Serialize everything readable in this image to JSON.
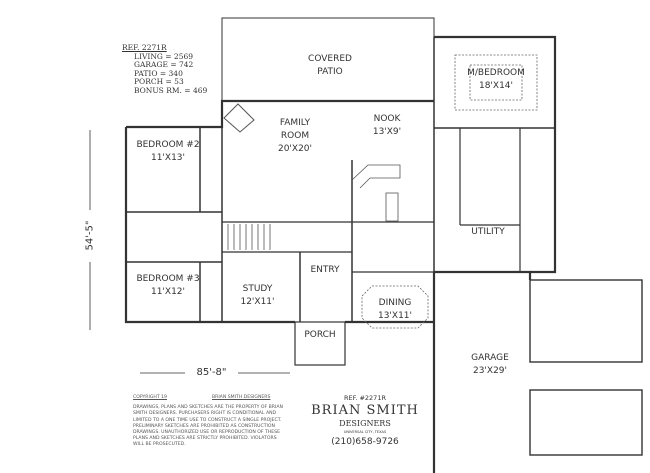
{
  "stats": {
    "ref": "REF. 2271R",
    "lines": [
      "LIVING = 2569",
      "GARAGE = 742",
      "PATIO = 340",
      "PORCH = 53",
      "BONUS RM. = 469"
    ]
  },
  "rooms": {
    "covered_patio": {
      "name": "COVERED",
      "name2": "PATIO"
    },
    "family_room": {
      "name": "FAMILY",
      "name2": "ROOM",
      "size": "20'X20'"
    },
    "nook": {
      "name": "NOOK",
      "size": "13'X9'"
    },
    "master_bedroom": {
      "name": "M/BEDROOM",
      "size": "18'X14'"
    },
    "bedroom2": {
      "name": "BEDROOM #2",
      "size": "11'X13'"
    },
    "bedroom3": {
      "name": "BEDROOM #3",
      "size": "11'X12'"
    },
    "study": {
      "name": "STUDY",
      "size": "12'X11'"
    },
    "entry": {
      "name": "ENTRY"
    },
    "dining": {
      "name": "DINING",
      "size": "13'X11'"
    },
    "utility": {
      "name": "UTILITY"
    },
    "porch": {
      "name": "PORCH"
    },
    "garage": {
      "name": "GARAGE",
      "size": "23'X29'"
    }
  },
  "dimensions": {
    "depth": "54'-5\"",
    "width": "85'-8\""
  },
  "footer": {
    "copyright": "COPYRIGHT 19",
    "copyright_owner": "BRIAN SMITH DESIGNERS",
    "legal": "DRAWINGS, PLANS AND SKETCHES ARE THE PROPERTY OF BRIAN SMITH DESIGNERS. PURCHASERS RIGHT IS CONDITIONAL AND LIMITED TO A ONE TIME USE TO CONSTRUCT A SINGLE PROJECT. PRELIMINARY SKETCHES ARE PROHIBITED AS CONSTRUCTION DRAWINGS. UNAUTHORIZED USE OR REPRODUCTION OF THESE PLANS AND SKETCHES ARE STRICTLY PROHIBITED. VIOLATORS WILL BE PROSECUTED.",
    "ref": "REF. #2271R",
    "company": "BRIAN SMITH",
    "company2": "DESIGNERS",
    "location": "UNIVERSAL CITY, TEXAS",
    "phone": "(210)658-9726"
  }
}
